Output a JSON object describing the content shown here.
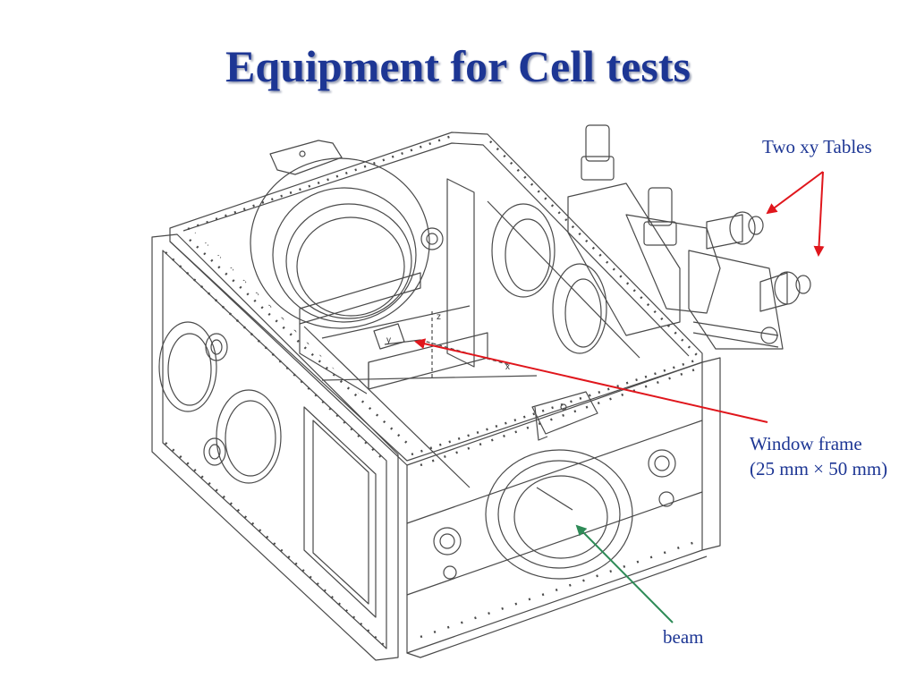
{
  "slide": {
    "title": "Equipment for Cell tests"
  },
  "annotations": {
    "two_xy_tables": "Two xy Tables",
    "window_frame_line1": "Window frame",
    "window_frame_line2": "(25 mm × 50 mm)",
    "beam": "beam"
  },
  "axis_labels": {
    "z": "z",
    "y": "y",
    "x": "x"
  },
  "colors": {
    "title": "#1d3694",
    "label": "#1d3694",
    "arrow_red": "#e0161c",
    "arrow_green": "#2e8b57",
    "line": "#4a4a4a"
  }
}
